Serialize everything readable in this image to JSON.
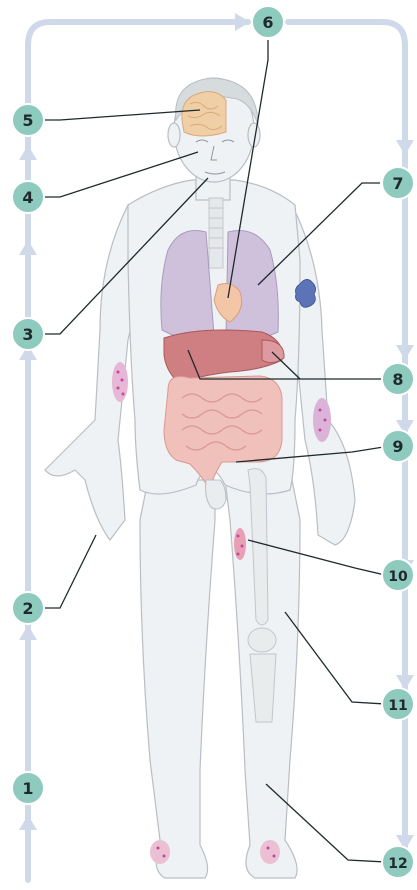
{
  "figure": {
    "callouts": [
      {
        "number": "1",
        "target": "skin-entry-point"
      },
      {
        "number": "2",
        "target": "hand-skin"
      },
      {
        "number": "3",
        "target": "mouth"
      },
      {
        "number": "4",
        "target": "eyes"
      },
      {
        "number": "5",
        "target": "brain"
      },
      {
        "number": "6",
        "target": "heart"
      },
      {
        "number": "7",
        "target": "lungs"
      },
      {
        "number": "8",
        "target": "liver-and-spleen"
      },
      {
        "number": "9",
        "target": "lymph-node-groin"
      },
      {
        "number": "10",
        "target": "thigh-skin-lesion"
      },
      {
        "number": "11",
        "target": "femur-bone"
      },
      {
        "number": "12",
        "target": "lower-leg"
      }
    ]
  },
  "colors": {
    "arrow": "#cfd9ea",
    "badge_fill": "#8fcabf",
    "badge_stroke": "#ffffff",
    "body": "#eff2f4",
    "body_outline": "#b8bec4",
    "lungs": "#cfc0dc",
    "liver": "#cf7e82",
    "intestine": "#f0c0bb",
    "brain": "#f1cfa6",
    "lesion": "#c8469a",
    "leader_line": "#1f2a2c"
  }
}
